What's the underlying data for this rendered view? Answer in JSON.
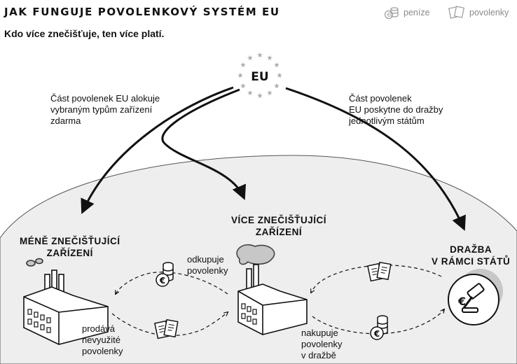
{
  "header": {
    "title": "JAK FUNGUJE POVOLENKOVÝ SYSTÉM EU",
    "subtitle": "Kdo více znečišťuje, ten více platí."
  },
  "legend": {
    "money_label": "peníze",
    "money_icon": "coins-icon",
    "allowances_label": "povolenky",
    "allowances_icon": "documents-icon"
  },
  "eu": {
    "label": "EU",
    "left_text": [
      "Část povolenek EU alokuje",
      "vybraným typům zařízení",
      "zdarma"
    ],
    "right_text": [
      "Část povolenek",
      "EU poskytne do dražby",
      "jednotlivým státům"
    ]
  },
  "nodes": {
    "less_polluting": [
      "MÉNĚ ZNEČIŠŤUJÍCÍ",
      "ZAŘÍZENÍ"
    ],
    "more_polluting": [
      "VÍCE ZNEČIŠŤUJÍCÍ",
      "ZAŘÍZENÍ"
    ],
    "auction": [
      "DRAŽBA",
      "V RÁMCI STÁTŮ"
    ]
  },
  "flows": {
    "buys": [
      "odkupuje",
      "povolenky"
    ],
    "sells": [
      "prodává",
      "nevyužité",
      "povolenky"
    ],
    "buys_auction": [
      "nakupuje",
      "povolenky",
      "v dražbě"
    ]
  },
  "colors": {
    "dome": "#eeeeee",
    "stroke": "#111111",
    "accent_grey": "#c7c7c7",
    "legend_grey": "#8a8a8a"
  }
}
